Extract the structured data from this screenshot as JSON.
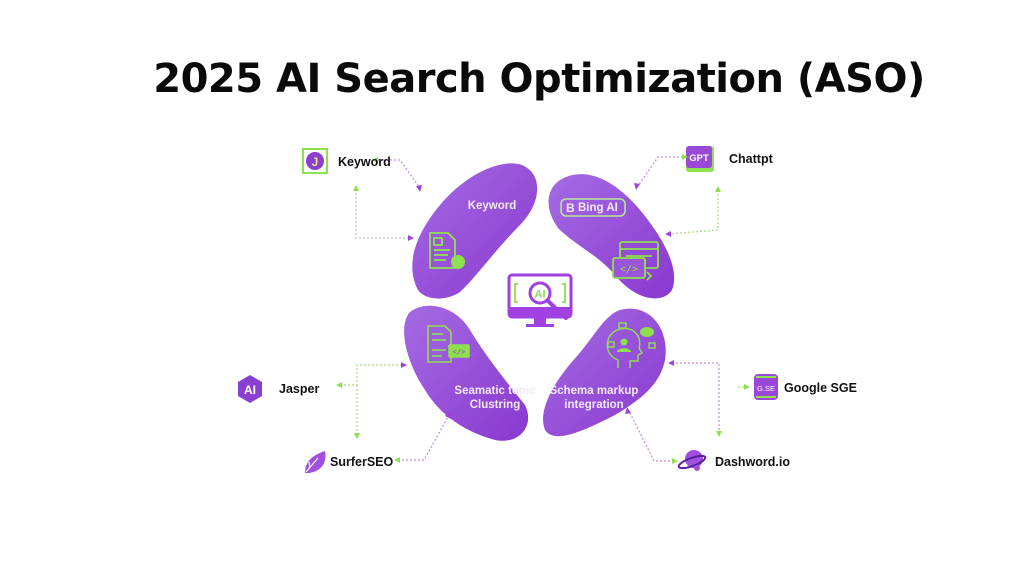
{
  "title": "2025 AI Search Optimization (ASO)",
  "colors": {
    "purple": "#8a3fd1",
    "purple_light": "#a566e0",
    "green": "#8ee04f",
    "text": "#111111"
  },
  "center": {
    "icon": "ai-monitor-search-icon",
    "icon_text": "AI"
  },
  "blobs": [
    {
      "id": "keyword",
      "label": "Keyword",
      "icon": "document-icon"
    },
    {
      "id": "bing",
      "label": "Bing AI",
      "icon": "code-window-icon"
    },
    {
      "id": "semantic",
      "label_line1": "Seamatic topic",
      "label_line2": "Clustring",
      "icon": "code-document-icon"
    },
    {
      "id": "schema",
      "label_line1": "Schema markup",
      "label_line2": "integration",
      "icon": "head-network-icon"
    }
  ],
  "tools": [
    {
      "id": "keyword",
      "label": "Keyword",
      "icon": "j-badge-icon",
      "icon_text": "J"
    },
    {
      "id": "chatgpt",
      "label": "Chattpt",
      "icon": "gpt-icon",
      "icon_text": "GPT"
    },
    {
      "id": "jasper",
      "label": "Jasper",
      "icon": "ai-hexagon-icon",
      "icon_text": "AI"
    },
    {
      "id": "surfer",
      "label": "SurferSEO",
      "icon": "leaf-icon"
    },
    {
      "id": "sge",
      "label": "Google SGE",
      "icon": "gse-icon",
      "icon_text": "G.SE"
    },
    {
      "id": "dashword",
      "label": "Dashword.io",
      "icon": "planet-icon"
    }
  ]
}
